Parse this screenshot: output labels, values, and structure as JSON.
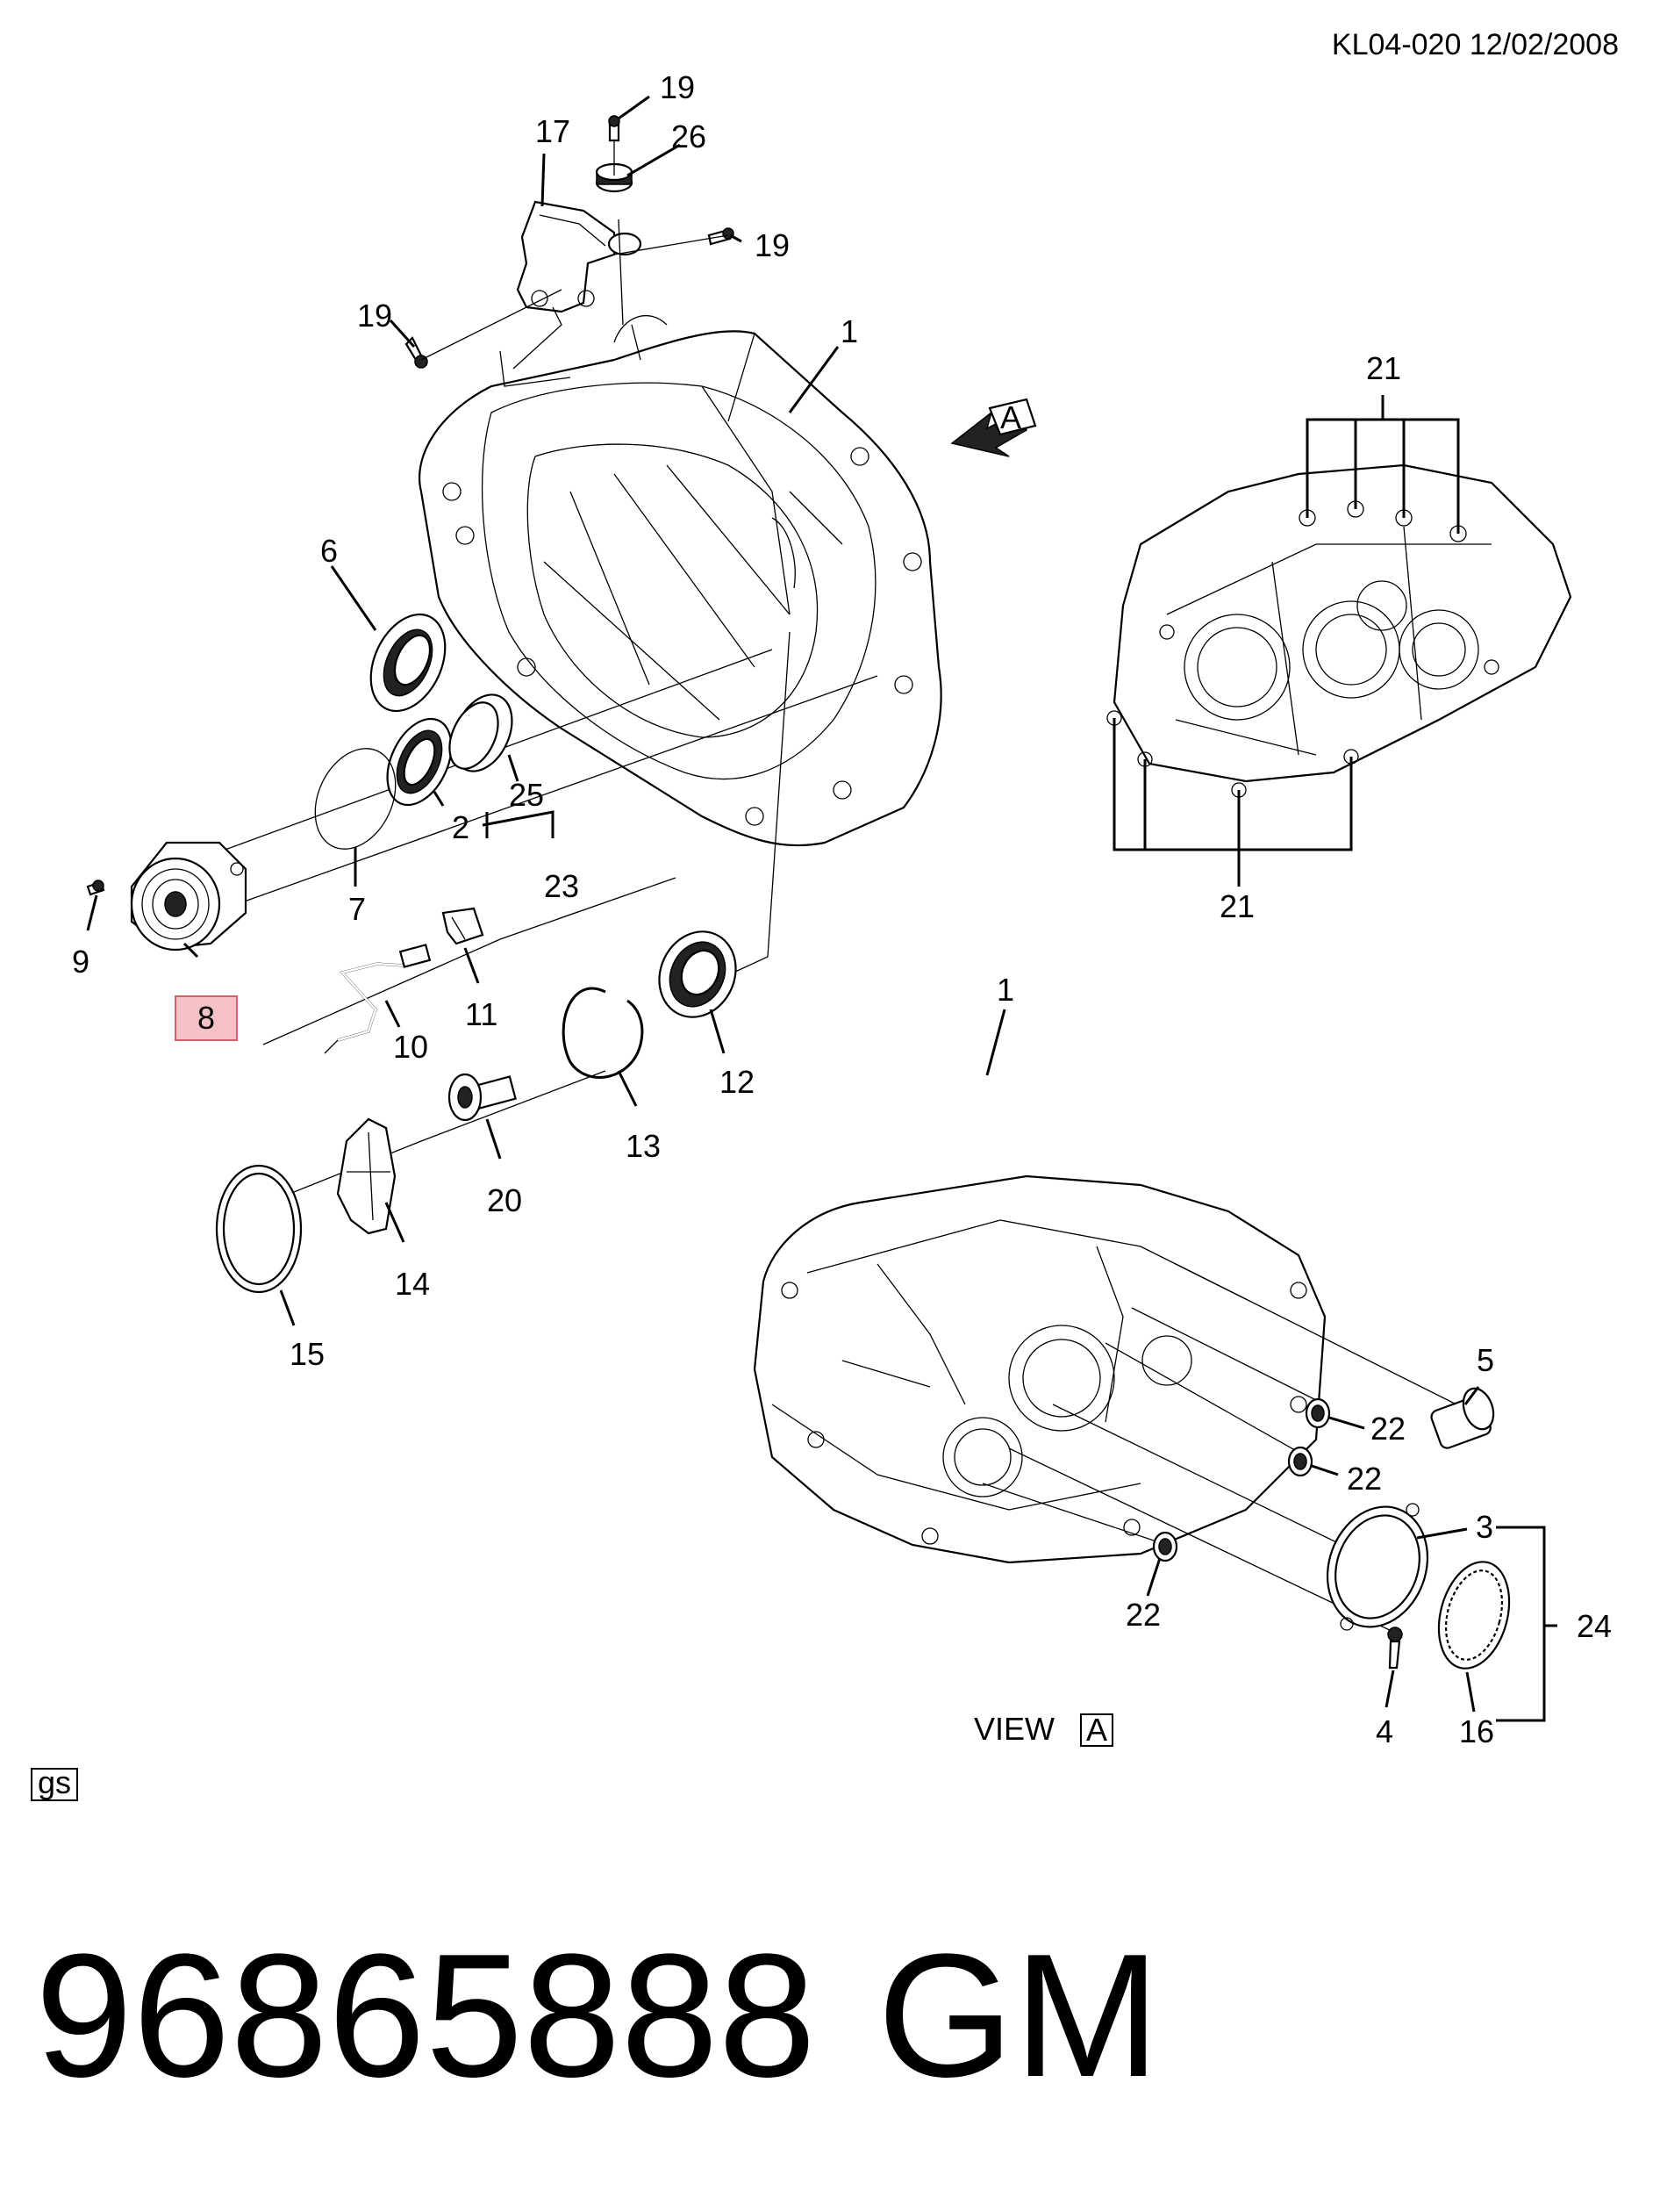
{
  "header": {
    "ref": "KL04-020 12/02/2008"
  },
  "view_label": {
    "text": "VIEW",
    "letter": "A"
  },
  "view_arrow_letter": "A",
  "highlight_color": "#f4c2c6",
  "highlighted_part": "8",
  "callouts": {
    "c1a": "1",
    "c1b": "1",
    "c2": "2",
    "c3": "3",
    "c4": "4",
    "c5": "5",
    "c6": "6",
    "c7": "7",
    "c8": "8",
    "c9": "9",
    "c10": "10",
    "c11": "11",
    "c12": "12",
    "c13": "13",
    "c14": "14",
    "c15": "15",
    "c16": "16",
    "c17": "17",
    "c19a": "19",
    "c19b": "19",
    "c19c": "19",
    "c20": "20",
    "c21a": "21",
    "c21b": "21",
    "c22a": "22",
    "c22b": "22",
    "c22c": "22",
    "c23": "23",
    "c24": "24",
    "c25": "25",
    "c26": "26"
  },
  "badge": "gs",
  "part_number": "96865888",
  "brand": "GM"
}
